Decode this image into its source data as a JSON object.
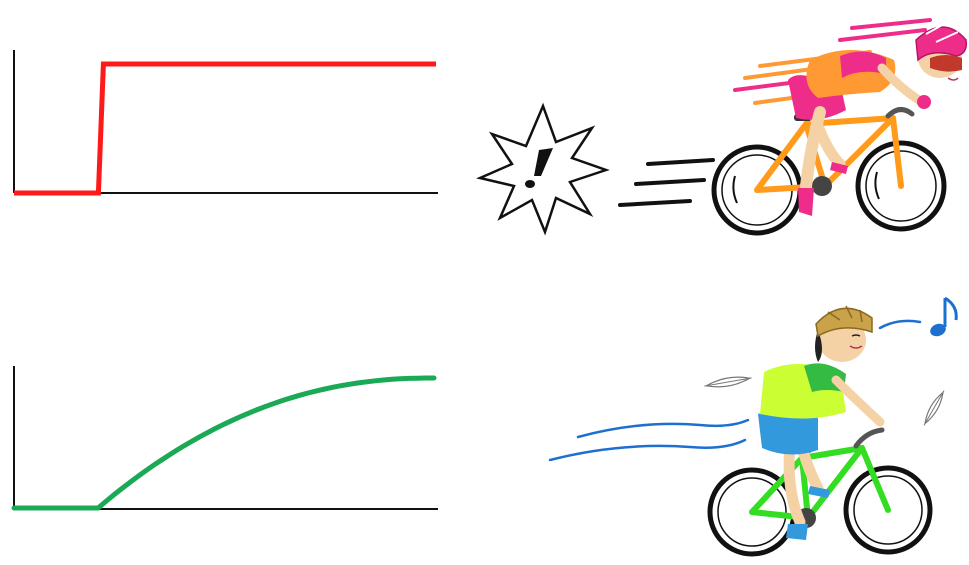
{
  "colors": {
    "fast_curve": "#ff1a1a",
    "slow_curve": "#1aaa55",
    "axis": "#111111",
    "fast_rider_jersey": "#ff9933",
    "fast_rider_helmet": "#ee2d8a",
    "fast_rider_bike": "#ff9a1a",
    "slow_rider_jersey": "#ccff33",
    "slow_rider_shorts": "#3399dd",
    "slow_rider_helmet": "#c9a24a",
    "slow_rider_bike": "#33dd22",
    "wind": "#1d6fd0",
    "music_note": "#1d6fd0"
  },
  "top_graph": {
    "curve": "step",
    "start_level": 0,
    "switch_x": 0.2,
    "end_level": 1
  },
  "bottom_graph": {
    "curve": "gradual-rise",
    "start_level": 0,
    "switch_x": 0.2,
    "end_level": 1
  },
  "icons": {
    "burst": "exclamation-burst-icon",
    "note": "music-note-icon",
    "feather": "feather-icon"
  }
}
